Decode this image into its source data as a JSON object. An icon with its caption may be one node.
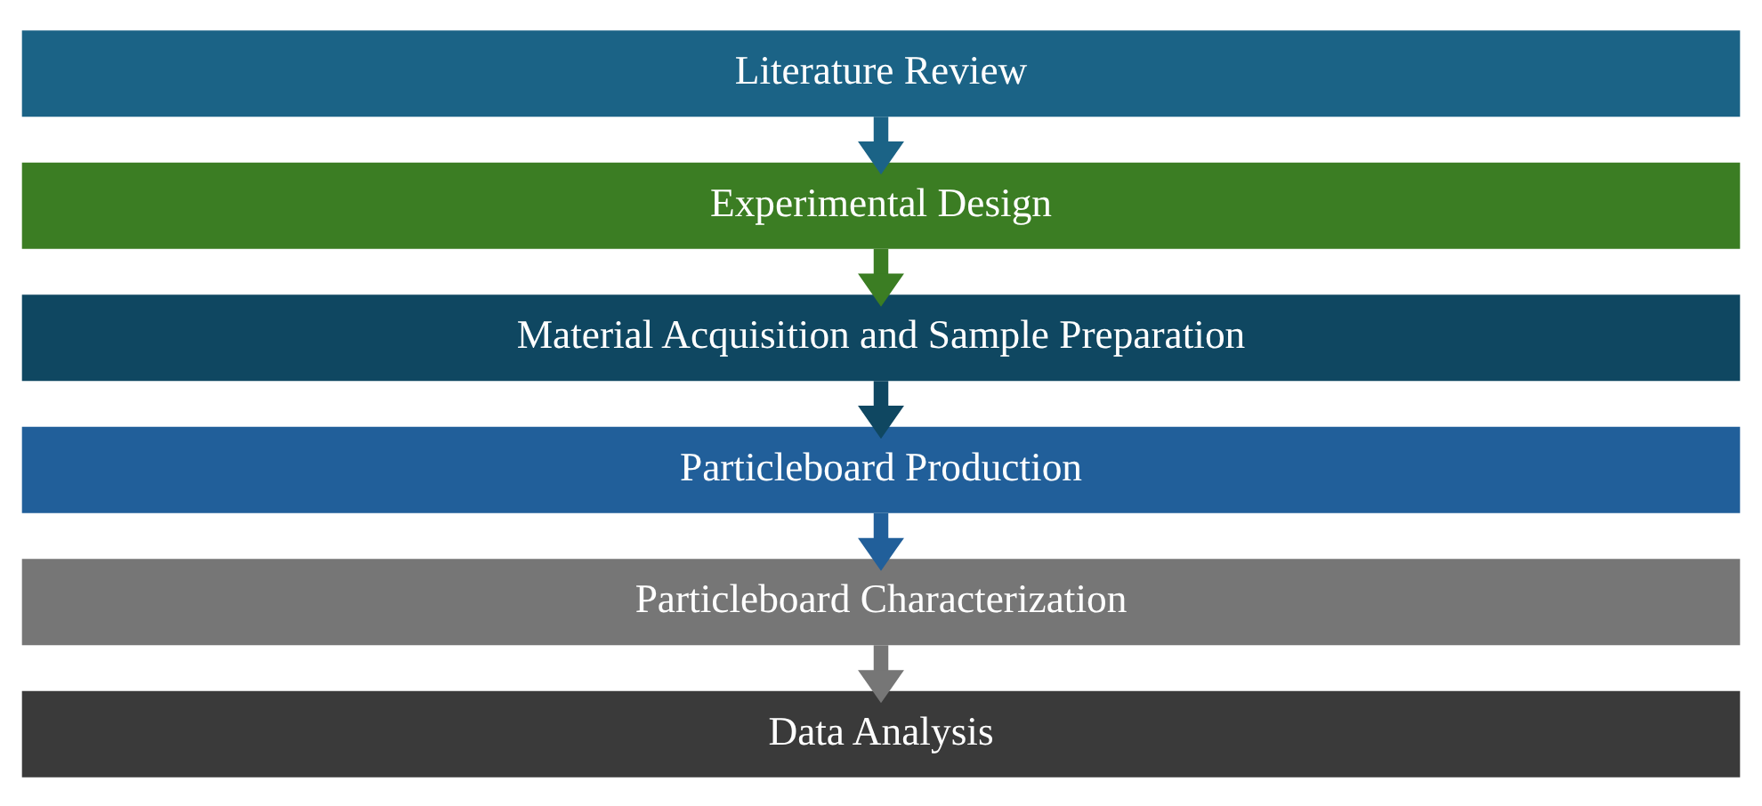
{
  "diagram": {
    "nodes": [
      {
        "text": [
          "Literature Review"
        ]
      },
      {
        "text": [
          "Experimental Design"
        ]
      },
      {
        "text": [
          "Material Acquisition and Sample Preparation"
        ]
      },
      {
        "text": [
          "Particleboard Production"
        ]
      },
      {
        "text": [
          "Particleboard Characterization"
        ]
      },
      {
        "text": [
          "Data Analysis"
        ]
      }
    ],
    "edges": [
      {
        "from": 0,
        "to": 1,
        "arrow": "to",
        "color": "#1b6386"
      },
      {
        "from": 1,
        "to": 2,
        "arrow": "to",
        "color": "#3b7d23"
      },
      {
        "from": 2,
        "to": 3,
        "arrow": "to",
        "color": "#0f4761"
      },
      {
        "from": 3,
        "to": 4,
        "arrow": "to",
        "color": "#215f9a"
      },
      {
        "from": 4,
        "to": 5,
        "arrow": "to",
        "color": "#767676"
      }
    ]
  }
}
